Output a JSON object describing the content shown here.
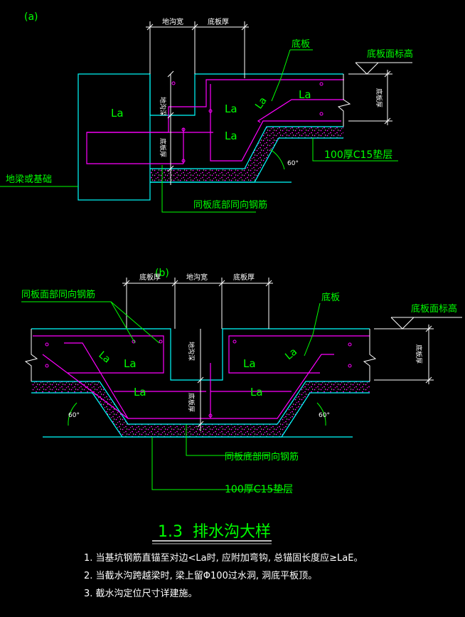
{
  "colors": {
    "background": "#000000",
    "concrete": "#00ffff",
    "rebar": "#ff00ff",
    "dimension": "#00ff00",
    "label": "#00ff00",
    "white": "#ffffff",
    "cushion_dots": "#ff00ff"
  },
  "detail_a": {
    "tag": "(a)",
    "dim_trench_width": "地沟宽",
    "dim_slab_thickness": "底板厚",
    "label_bottom_slab": "底板",
    "label_slab_top_elev": "底板面标高",
    "label_beam_or_foundation": "地梁或基础",
    "label_same_dir_rebar": "同板底部同向钢筋",
    "label_cushion": "100厚C15垫层",
    "vert_trench_depth": "地沟深",
    "vert_slab_thk_left": "底板厚",
    "vert_slab_thk_right": "底板厚",
    "la_marks": [
      "La",
      "La",
      "La",
      "La",
      "La"
    ],
    "angle": "60°"
  },
  "detail_b": {
    "tag": "(b)",
    "dim_slab_thickness_left": "底板厚",
    "dim_trench_width": "地沟宽",
    "dim_slab_thickness_right": "底板厚",
    "label_top_same_dir_rebar": "同板面部同向钢筋",
    "label_bottom_slab": "底板",
    "label_slab_top_elev": "底板面标高",
    "label_same_dir_rebar": "同板底部同向钢筋",
    "label_cushion": "100厚C15垫层",
    "vert_trench_depth": "地沟深",
    "vert_slab_thk_center": "底板厚",
    "vert_slab_thk_right": "底板厚",
    "la_marks": [
      "La",
      "La",
      "La",
      "La",
      "La",
      "La"
    ],
    "angle_left": "60°",
    "angle_right": "60°"
  },
  "title": "1.3  排水沟大样",
  "notes": [
    "1. 当基坑钢筋直锚至对边<La时, 应附加弯钩, 总锚固长度应≥LaE。",
    "2. 当截水沟跨越梁时, 梁上留Φ100过水洞, 洞底平板顶。",
    "3. 截水沟定位尺寸详建施。"
  ]
}
